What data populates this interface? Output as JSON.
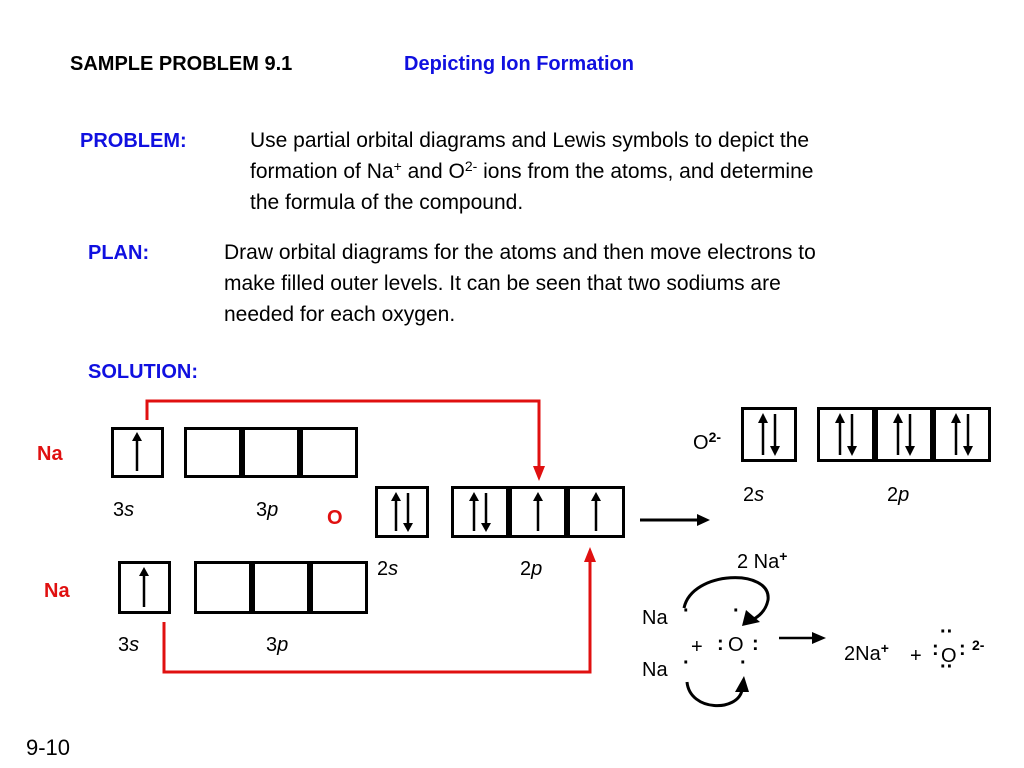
{
  "header": {
    "sample_label": "SAMPLE PROBLEM 9.1",
    "sample_title": "Depicting Ion Formation"
  },
  "problem": {
    "label": "PROBLEM:",
    "line1": "Use partial orbital diagrams and Lewis symbols to depict the",
    "line2_pre": "formation of Na",
    "line2_sup1": "+",
    "line2_mid": " and O",
    "line2_sup2": "2-",
    "line2_post": " ions from the atoms, and determine",
    "line3": "the formula of the compound."
  },
  "plan": {
    "label": "PLAN:",
    "line1": "Draw orbital diagrams for the atoms and then move electrons to",
    "line2": "make filled outer levels.  It can be seen that two sodiums are",
    "line3": "needed for each oxygen."
  },
  "solution": {
    "label": "SOLUTION:"
  },
  "diagram": {
    "na_top_label": "Na",
    "na_bottom_label": "Na",
    "o_label": "O",
    "sublevel_3s_num": "3",
    "sublevel_3p_num": "3",
    "sublevel_2s_num": "2",
    "sublevel_2p_num": "2",
    "s": "s",
    "p": "p",
    "ion_label": "O",
    "ion_charge": "2-"
  },
  "lewis": {
    "na_plus_top": "2 Na",
    "plus_sup": "+",
    "na_symbol": "Na",
    "plus": "+",
    "o_symbol": "O",
    "product_2na": "2Na",
    "product_plus": "+",
    "product_o": "O",
    "product_charge": "2-"
  },
  "footer": {
    "page_number": "9-10"
  },
  "colors": {
    "accent_blue": "#1010e0",
    "accent_red": "#e01010"
  }
}
